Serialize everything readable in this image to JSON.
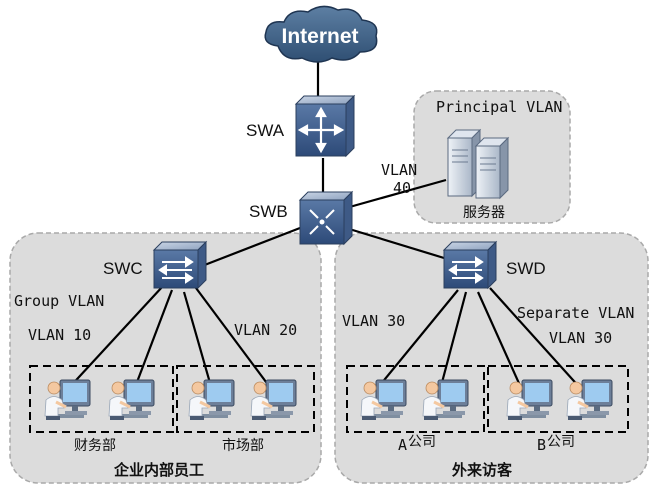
{
  "diagram": {
    "internet": "Internet",
    "switches": {
      "swa": "SWA",
      "swb": "SWB",
      "swc": "SWC",
      "swd": "SWD"
    },
    "server": {
      "group_label": "Principal VLAN",
      "link_label_line1": "VLAN",
      "link_label_line2": "40",
      "name": "服务器"
    },
    "left_zone": {
      "group_vlan": "Group VLAN",
      "vlan_a": "VLAN 10",
      "vlan_b": "VLAN 20",
      "dept_a": "财务部",
      "dept_b": "市场部",
      "title": "企业内部员工"
    },
    "right_zone": {
      "vlan_a": "VLAN 30",
      "separate_vlan": "Separate VLAN",
      "vlan_b": "VLAN 30",
      "company_a_prefix": "A",
      "company_a": "公司",
      "company_b_prefix": "B",
      "company_b": "公司",
      "title": "外来访客"
    }
  }
}
